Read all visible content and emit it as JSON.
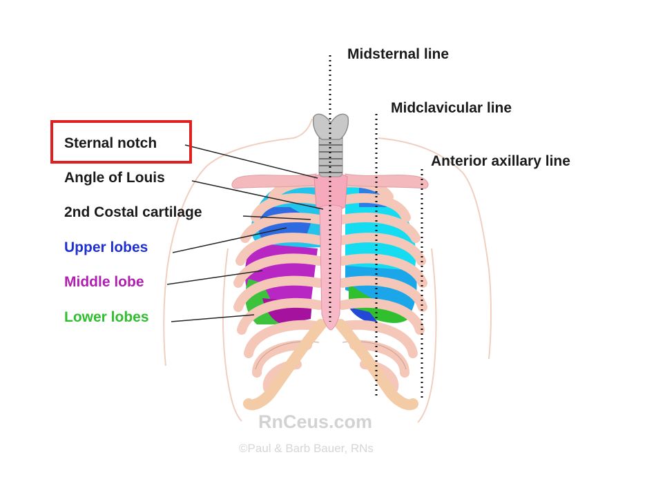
{
  "labels": {
    "sternal_notch": "Sternal notch",
    "angle_of_louis": "Angle of Louis",
    "costal_cartilage": "2nd Costal cartilage",
    "upper_lobes": "Upper lobes",
    "middle_lobe": "Middle lobe",
    "lower_lobes": "Lower lobes"
  },
  "reference_lines": {
    "midsternal": "Midsternal line",
    "midclavicular": "Midclavicular line",
    "anterior_axillary": "Anterior axillary line"
  },
  "watermark": {
    "site": "RnCeus.com",
    "credit": "©Paul & Barb Bauer, RNs"
  },
  "colors": {
    "upper_lobes": "#1f2fd0",
    "middle_lobe": "#b020b0",
    "lower_lobes": "#2fbf2f",
    "highlight_box": "#e02020",
    "lung_cyan": "#19d8f0",
    "rib": "#f6c8b8",
    "cartilage": "#f5d2b0",
    "sternum": "#f7b8c4"
  },
  "highlighted": "Sternal notch"
}
